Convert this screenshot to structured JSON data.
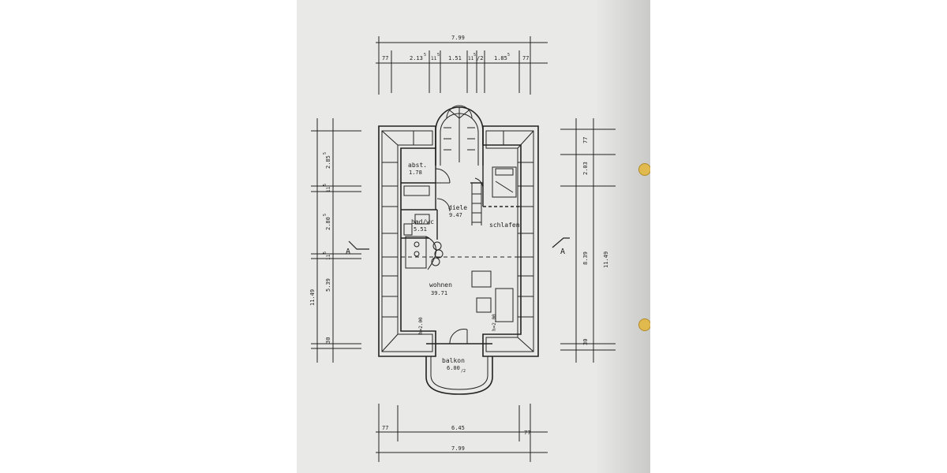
{
  "plan": {
    "dims_top": {
      "overall": "7.99",
      "s77a": "77",
      "s213": "2.13",
      "s213_sup": "5",
      "s115a": "11",
      "s115a_sup": "5",
      "s151": "1.51",
      "s115b": "11",
      "s115b_sup": "5",
      "s12": "/2",
      "s185": "1.85",
      "s185_sup": "5",
      "s77b": "77"
    },
    "dims_bottom": {
      "s77a": "77",
      "s645": "6.45",
      "s77b": "77",
      "overall": "7.99"
    },
    "dims_left": {
      "overall": "11.49",
      "d539": "5.39",
      "d30": "30",
      "d280": "2.80",
      "d280_sup": "5",
      "d115a": "11",
      "d115a_sup": "5",
      "d285": "2.85",
      "d285_sup": "5",
      "d115b": "11",
      "d115b_sup": "5"
    },
    "dims_right": {
      "overall": "11.49",
      "d839": "8.39",
      "d203": "2.03",
      "d77": "77",
      "d30": "30"
    },
    "rooms": [
      {
        "name": "abst.",
        "area": "1.78"
      },
      {
        "name": "diele",
        "area": "9.47"
      },
      {
        "name": "bad/wc",
        "area": "5.51"
      },
      {
        "name": "schlafen",
        "area": ""
      },
      {
        "name": "wohnen",
        "area": "39.71"
      },
      {
        "name": "balkon",
        "area": "6.00",
        "area_suffix": "/2"
      }
    ],
    "heights": {
      "left": "h=2.00",
      "right": "h=2.00"
    },
    "section_marks": {
      "left": "A",
      "right": "A"
    },
    "colors": {
      "paper": "#e9e9e7",
      "ink": "#222222",
      "punch_hole": "#e0b94f"
    }
  }
}
